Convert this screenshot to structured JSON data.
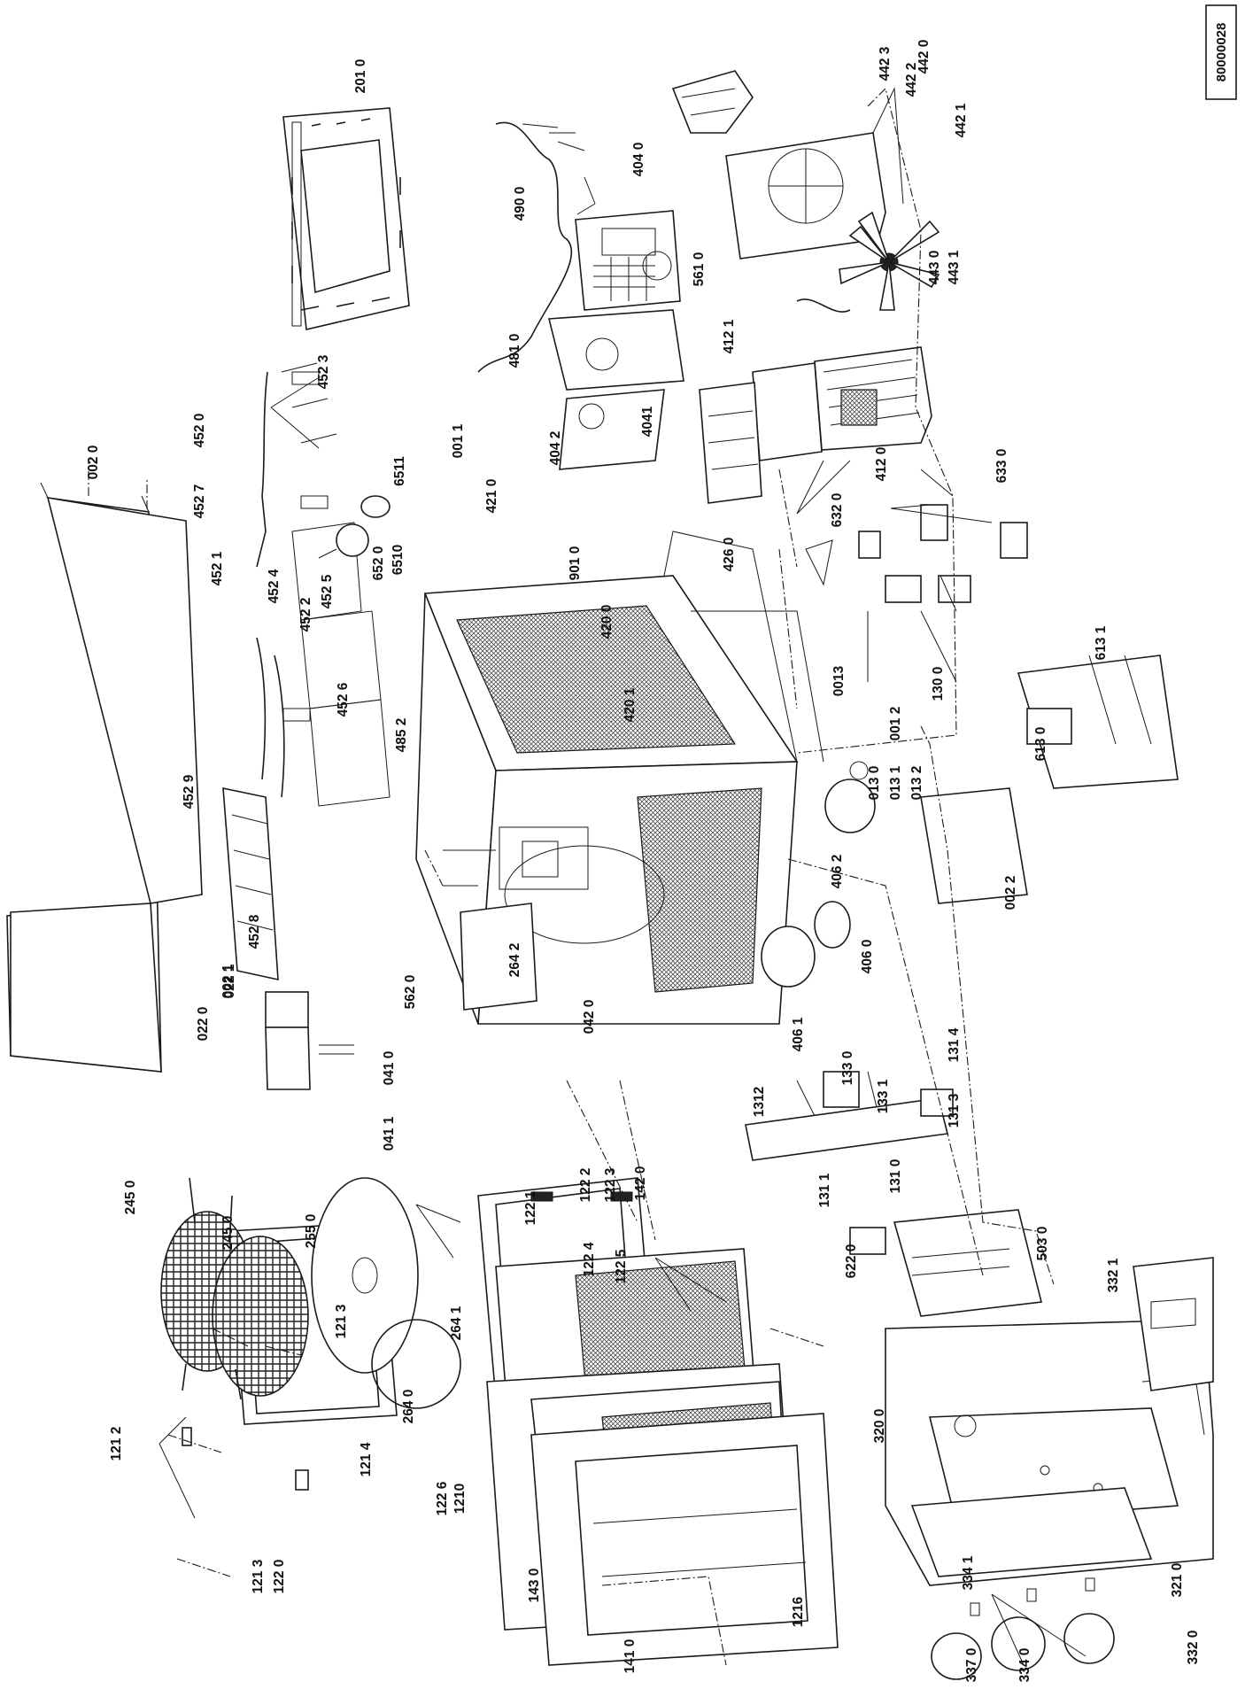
{
  "reference_number": "80000028",
  "parts": [
    {
      "id": "p-0020",
      "label": "002 0"
    },
    {
      "id": "p-0021",
      "label": "002 1"
    },
    {
      "id": "p-0022",
      "label": "002 2"
    },
    {
      "id": "p-0011",
      "label": "001 1"
    },
    {
      "id": "p-0012",
      "label": "001 2"
    },
    {
      "id": "p-0013",
      "label": "0013"
    },
    {
      "id": "p-0130",
      "label": "013 0"
    },
    {
      "id": "p-0131",
      "label": "013 1"
    },
    {
      "id": "p-0132",
      "label": "013 2"
    },
    {
      "id": "p-0220",
      "label": "022 0"
    },
    {
      "id": "p-0221",
      "label": "022 1"
    },
    {
      "id": "p-0410",
      "label": "041 0"
    },
    {
      "id": "p-0411",
      "label": "041 1"
    },
    {
      "id": "p-0420",
      "label": "042 0"
    },
    {
      "id": "p-1210",
      "label": "1210"
    },
    {
      "id": "p-1212",
      "label": "121 2"
    },
    {
      "id": "p-1213a",
      "label": "121 3"
    },
    {
      "id": "p-1213b",
      "label": "121 3"
    },
    {
      "id": "p-1214",
      "label": "121 4"
    },
    {
      "id": "p-1216",
      "label": "1216"
    },
    {
      "id": "p-1220",
      "label": "122 0"
    },
    {
      "id": "p-1221",
      "label": "122 1"
    },
    {
      "id": "p-1222",
      "label": "122 2"
    },
    {
      "id": "p-1223",
      "label": "122 3"
    },
    {
      "id": "p-1224",
      "label": "122 4"
    },
    {
      "id": "p-1225",
      "label": "122 5"
    },
    {
      "id": "p-1226",
      "label": "122 6"
    },
    {
      "id": "p-1300",
      "label": "130 0"
    },
    {
      "id": "p-1310",
      "label": "131 0"
    },
    {
      "id": "p-1311",
      "label": "131 1"
    },
    {
      "id": "p-1312",
      "label": "1312"
    },
    {
      "id": "p-1313",
      "label": "131 3"
    },
    {
      "id": "p-1314",
      "label": "131 4"
    },
    {
      "id": "p-1330",
      "label": "133 0"
    },
    {
      "id": "p-1331",
      "label": "133 1"
    },
    {
      "id": "p-1410",
      "label": "141 0"
    },
    {
      "id": "p-1420",
      "label": "142 0"
    },
    {
      "id": "p-1430",
      "label": "143 0"
    },
    {
      "id": "p-2010",
      "label": "201 0"
    },
    {
      "id": "p-2450a",
      "label": "245 0"
    },
    {
      "id": "p-2450b",
      "label": "245 0"
    },
    {
      "id": "p-2550",
      "label": "255 0"
    },
    {
      "id": "p-2640",
      "label": "264 0"
    },
    {
      "id": "p-2641",
      "label": "264 1"
    },
    {
      "id": "p-2642",
      "label": "264 2"
    },
    {
      "id": "p-3200",
      "label": "320 0"
    },
    {
      "id": "p-3210",
      "label": "321 0"
    },
    {
      "id": "p-3320",
      "label": "332 0"
    },
    {
      "id": "p-3321",
      "label": "332 1"
    },
    {
      "id": "p-3340",
      "label": "334 0"
    },
    {
      "id": "p-3341",
      "label": "334 1"
    },
    {
      "id": "p-3370",
      "label": "337 0"
    },
    {
      "id": "p-4040",
      "label": "404 0"
    },
    {
      "id": "p-4041",
      "label": "4041"
    },
    {
      "id": "p-4042",
      "label": "404 2"
    },
    {
      "id": "p-4060",
      "label": "406 0"
    },
    {
      "id": "p-4061",
      "label": "406 1"
    },
    {
      "id": "p-4062",
      "label": "406 2"
    },
    {
      "id": "p-4120",
      "label": "412 0"
    },
    {
      "id": "p-4121",
      "label": "412 1"
    },
    {
      "id": "p-4200",
      "label": "420 0"
    },
    {
      "id": "p-4201",
      "label": "420 1"
    },
    {
      "id": "p-4210",
      "label": "421 0"
    },
    {
      "id": "p-4260",
      "label": "426 0"
    },
    {
      "id": "p-4420",
      "label": "442 0"
    },
    {
      "id": "p-4421",
      "label": "442 1"
    },
    {
      "id": "p-4422",
      "label": "442 2"
    },
    {
      "id": "p-4423",
      "label": "442 3"
    },
    {
      "id": "p-4430",
      "label": "443 0"
    },
    {
      "id": "p-4431",
      "label": "443 1"
    },
    {
      "id": "p-4520",
      "label": "452 0"
    },
    {
      "id": "p-4521",
      "label": "452 1"
    },
    {
      "id": "p-4522",
      "label": "452 2"
    },
    {
      "id": "p-4523",
      "label": "452 3"
    },
    {
      "id": "p-4524",
      "label": "452 4"
    },
    {
      "id": "p-4525",
      "label": "452 5"
    },
    {
      "id": "p-4526",
      "label": "452 6"
    },
    {
      "id": "p-4527",
      "label": "452 7"
    },
    {
      "id": "p-4528",
      "label": "452 8"
    },
    {
      "id": "p-4529",
      "label": "452 9"
    },
    {
      "id": "p-4810",
      "label": "481 0"
    },
    {
      "id": "p-4852",
      "label": "485 2"
    },
    {
      "id": "p-4900",
      "label": "490 0"
    },
    {
      "id": "p-5030",
      "label": "503 0"
    },
    {
      "id": "p-5610",
      "label": "561 0"
    },
    {
      "id": "p-5620",
      "label": "562 0"
    },
    {
      "id": "p-6130",
      "label": "613 0"
    },
    {
      "id": "p-6131",
      "label": "613 1"
    },
    {
      "id": "p-6220",
      "label": "622 0"
    },
    {
      "id": "p-6320",
      "label": "632 0"
    },
    {
      "id": "p-6330",
      "label": "633 0"
    },
    {
      "id": "p-6510",
      "label": "6510"
    },
    {
      "id": "p-6511",
      "label": "6511"
    },
    {
      "id": "p-6520",
      "label": "652 0"
    },
    {
      "id": "p-9010",
      "label": "901 0"
    }
  ]
}
